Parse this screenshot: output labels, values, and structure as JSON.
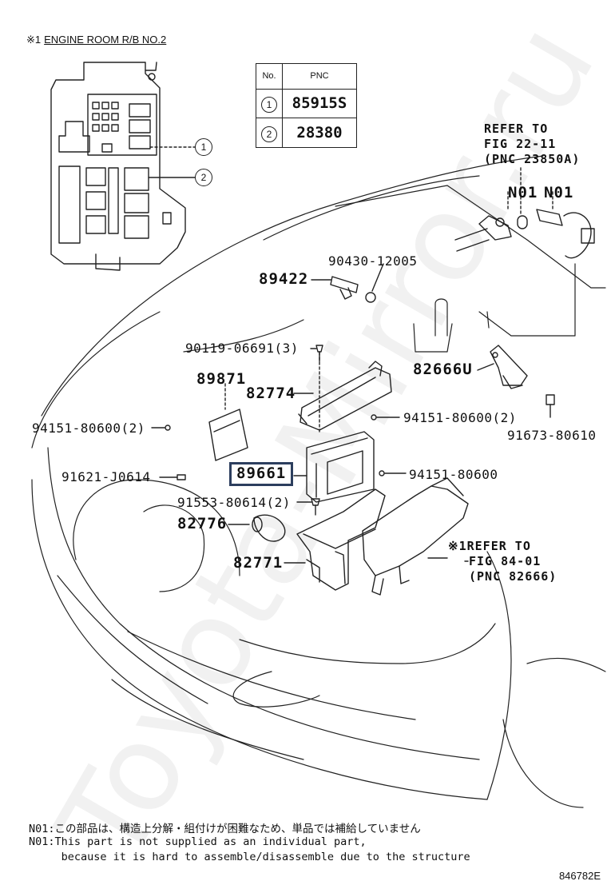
{
  "title": {
    "mark": "※1",
    "text": "ENGINE ROOM R/B NO.2"
  },
  "table": {
    "headers": [
      "No.",
      "PNC"
    ],
    "rows": [
      {
        "no": "1",
        "pnc": "85915S"
      },
      {
        "no": "2",
        "pnc": "28380"
      }
    ]
  },
  "relay_box_callouts": [
    "1",
    "2"
  ],
  "labels": {
    "refer1": [
      "REFER TO",
      "FIG 22-11",
      "(PNC 23850A)"
    ],
    "n01_a": "N01",
    "n01_b": "N01",
    "p90430": "90430-12005",
    "p89422": "89422",
    "p90119": "90119-06691(3)",
    "p82666u": "82666U",
    "p89871": "89871",
    "p82774": "82774",
    "p94151a": "94151-80600(2)",
    "p94151b": "94151-80600(2)",
    "p91673": "91673-80610",
    "p91621": "91621-J0614",
    "p89661": "89661",
    "p94151c": "94151-80600",
    "p91553": "91553-80614(2)",
    "p82776": "82776",
    "refer2": [
      "※1REFER TO",
      "FIG 84-01",
      "(PNC 82666)"
    ],
    "p82771": "82771"
  },
  "notes": [
    "N01:この部品は、構造上分解・組付けが困難なため、単品では補給していません",
    "N01:This part is not supplied as an individual part,",
    "     because it is hard to assemble/disassemble due to the structure"
  ],
  "figure_code": "846782E",
  "watermark": "Toyota-Mirror.ru"
}
